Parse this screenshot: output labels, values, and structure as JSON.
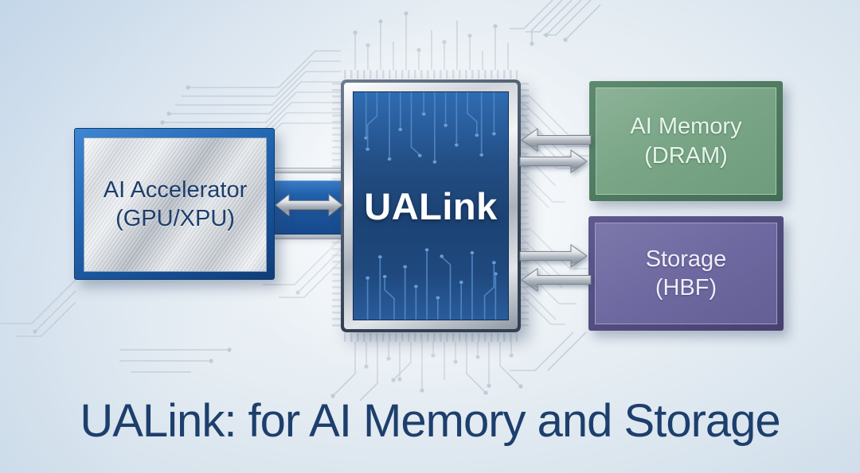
{
  "slide": {
    "title": "UALink: for AI Memory and Storage"
  },
  "nodes": {
    "accelerator": {
      "line1": "AI Accelerator",
      "line2": "(GPU/XPU)"
    },
    "hub": {
      "label": "UALink"
    },
    "memory": {
      "line1": "AI Memory",
      "line2": "(DRAM)"
    },
    "storage": {
      "line1": "Storage",
      "line2": "(HBF)"
    }
  },
  "connections": [
    {
      "from": "AI Accelerator (GPU/XPU)",
      "to": "UALink",
      "direction": "bidirectional"
    },
    {
      "from": "UALink",
      "to": "AI Memory (DRAM)",
      "direction": "bidirectional"
    },
    {
      "from": "UALink",
      "to": "Storage (HBF)",
      "direction": "bidirectional"
    }
  ],
  "colors": {
    "title_text": "#1d3f6d",
    "accelerator_frame_blue": "#1e5fae",
    "accelerator_label_text": "#1c3e6b",
    "hub_panel_blue": "#1d4377",
    "hub_label_text": "#ffffff",
    "memory_fill_green": "#7aa687",
    "memory_border_green": "#4d7a5f",
    "memory_label_text": "#e6f4e9",
    "storage_fill_purple": "#6e69a0",
    "storage_border_purple": "#544e80",
    "storage_label_text": "#efedf8",
    "arrow_metal_silver": "#ced3d9",
    "background_blue_gray": "#d7e2ec"
  }
}
